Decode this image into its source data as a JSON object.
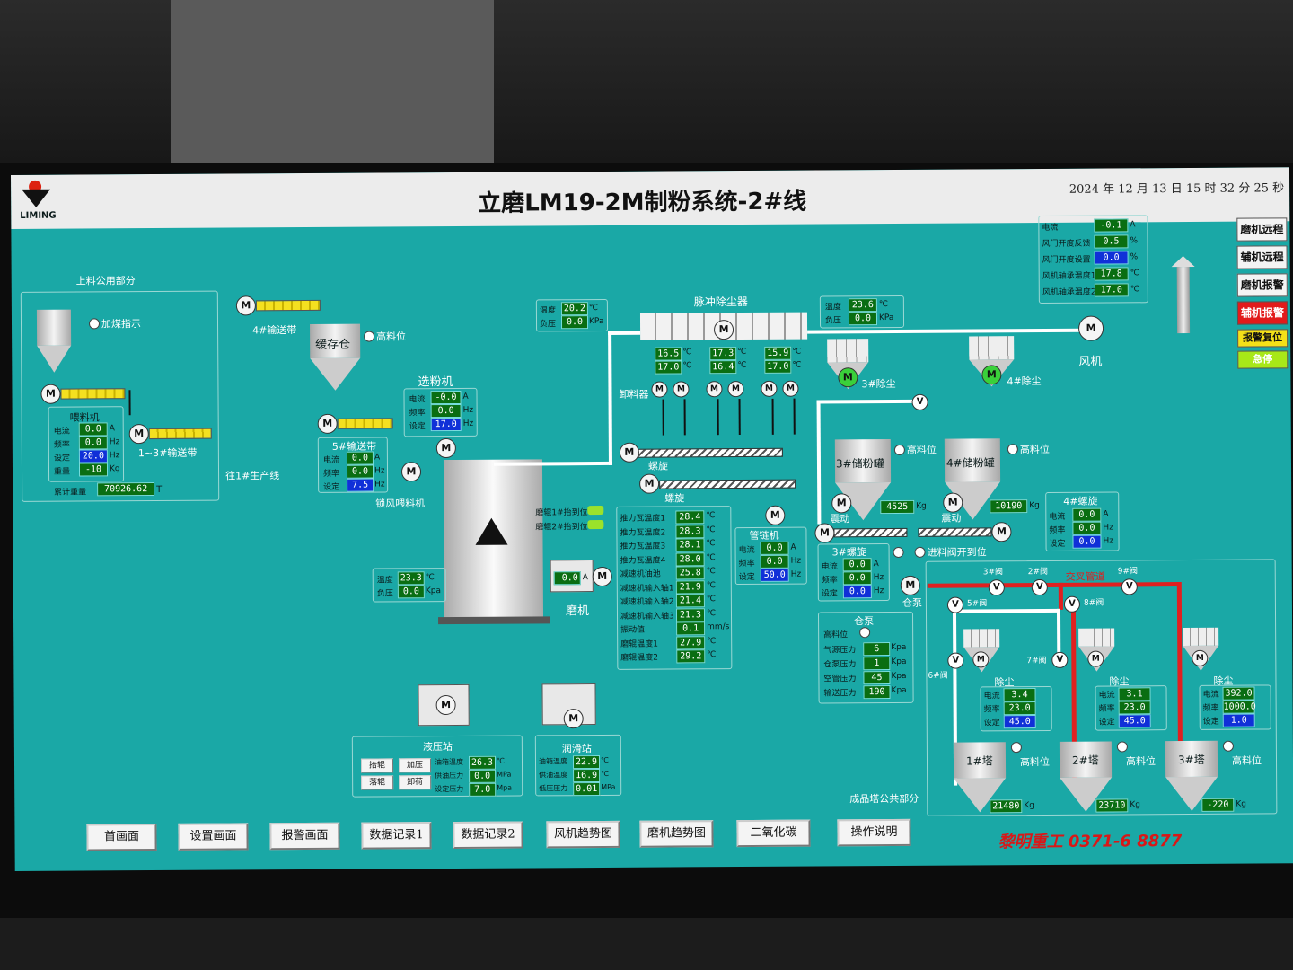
{
  "header": {
    "logo_text": "LIMING",
    "title": "立磨LM19-2M制粉系统-2#线",
    "datetime": "2024 年 12 月 13 日 15 时 32 分 25 秒"
  },
  "feed_section": {
    "label": "上料公用部分",
    "coal_indicator": "加煤指示",
    "belt4": "4#输送带",
    "buffer_bin": "缓存仓",
    "buffer_level": "高料位",
    "belt13": "1~3#输送带",
    "to_line1": "往1#生产线",
    "feeder": {
      "title": "喂料机",
      "current_label": "电流",
      "current": "0.0",
      "current_unit": "A",
      "freq_label": "频率",
      "freq": "0.0",
      "freq_unit": "Hz",
      "set_label": "设定",
      "set": "20.0",
      "set_unit": "Hz",
      "weight_label": "重量",
      "weight": "-10",
      "weight_unit": "Kg",
      "total_label": "累计重量",
      "total": "70926.62",
      "total_unit": "T"
    },
    "belt5": {
      "title": "5#输送带",
      "current_label": "电流",
      "current": "0.0",
      "current_unit": "A",
      "freq_label": "频率",
      "freq": "0.0",
      "freq_unit": "Hz",
      "set_label": "设定",
      "set": "7.5",
      "set_unit": "Hz"
    },
    "lock_feeder": "锁风喂料机"
  },
  "classifier": {
    "title": "选粉机",
    "current_label": "电流",
    "current": "-0.0",
    "current_unit": "A",
    "freq_label": "频率",
    "freq": "0.0",
    "freq_unit": "Hz",
    "set_label": "设定",
    "set": "17.0",
    "set_unit": "Hz"
  },
  "inlet_temp": {
    "temp_label": "温度",
    "temp": "20.2",
    "temp_unit": "℃",
    "press_label": "负压",
    "press": "0.0",
    "press_unit": "KPa"
  },
  "pulse_collector": {
    "title": "脉冲除尘器",
    "temps": [
      [
        "16.5",
        "17.0"
      ],
      [
        "17.3",
        "16.4"
      ],
      [
        "15.9",
        "17.0"
      ]
    ],
    "unit": "℃",
    "discharge": "卸料器"
  },
  "outlet_temp": {
    "temp_label": "温度",
    "temp": "23.6",
    "temp_unit": "℃",
    "press_label": "负压",
    "press": "0.0",
    "press_unit": "KPa"
  },
  "fan_panel": {
    "rows": [
      {
        "label": "电流",
        "value": "-0.1",
        "unit": "A",
        "blue": false
      },
      {
        "label": "风门开度反馈",
        "value": "0.5",
        "unit": "%",
        "blue": false
      },
      {
        "label": "风门开度设置",
        "value": "0.0",
        "unit": "%",
        "blue": true
      },
      {
        "label": "风机轴承温度1",
        "value": "17.8",
        "unit": "℃",
        "blue": false
      },
      {
        "label": "风机轴承温度2",
        "value": "17.0",
        "unit": "℃",
        "blue": false
      }
    ],
    "fan_label": "风机"
  },
  "side_buttons": {
    "mill_remote": "磨机远程",
    "aux_remote": "辅机远程",
    "mill_alarm": "磨机报警",
    "aux_alarm": "辅机报警",
    "alarm_reset": "报警复位",
    "stop": "急停"
  },
  "screws": {
    "screw1": "螺旋",
    "screw2": "螺旋"
  },
  "mill_status": {
    "roller1": "磨辊1#抬到位",
    "roller2": "磨辊2#抬到位"
  },
  "mill_temps": [
    {
      "label": "推力瓦温度1",
      "value": "28.4",
      "unit": "℃"
    },
    {
      "label": "推力瓦温度2",
      "value": "28.3",
      "unit": "℃"
    },
    {
      "label": "推力瓦温度3",
      "value": "28.1",
      "unit": "℃"
    },
    {
      "label": "推力瓦温度4",
      "value": "28.0",
      "unit": "℃"
    },
    {
      "label": "减速机油池",
      "value": "25.8",
      "unit": "℃"
    },
    {
      "label": "减速机输入轴1",
      "value": "21.9",
      "unit": "℃"
    },
    {
      "label": "减速机输入轴2",
      "value": "21.4",
      "unit": "℃"
    },
    {
      "label": "减速机输入轴3",
      "value": "21.3",
      "unit": "℃"
    },
    {
      "label": "振动值",
      "value": "0.1",
      "unit": "mm/s"
    },
    {
      "label": "磨辊温度1",
      "value": "27.9",
      "unit": "℃"
    },
    {
      "label": "磨辊温度2",
      "value": "29.2",
      "unit": "℃"
    }
  ],
  "mill_inlet": {
    "temp_label": "温度",
    "temp": "23.3",
    "temp_unit": "℃",
    "press_label": "负压",
    "press": "0.0",
    "press_unit": "Kpa"
  },
  "mill_motor": {
    "current": "-0.0",
    "unit": "A",
    "label": "磨机"
  },
  "hydraulic": {
    "title": "液压站",
    "btn_lift": "抬辊",
    "btn_press": "加压",
    "btn_drop": "落辊",
    "btn_unload": "卸荷",
    "rows": [
      {
        "label": "油箱温度",
        "value": "26.3",
        "unit": "℃"
      },
      {
        "label": "供油压力",
        "value": "0.0",
        "unit": "MPa"
      },
      {
        "label": "设定压力",
        "value": "7.0",
        "unit": "Mpa"
      }
    ]
  },
  "lube": {
    "title": "润滑站",
    "rows": [
      {
        "label": "油箱温度",
        "value": "22.9",
        "unit": "℃"
      },
      {
        "label": "供油温度",
        "value": "16.9",
        "unit": "℃"
      },
      {
        "label": "低压压力",
        "value": "0.01",
        "unit": "MPa"
      }
    ]
  },
  "dust3": "3#除尘",
  "dust4": "4#除尘",
  "tank3": {
    "label": "3#储粉罐",
    "level": "高料位",
    "weight": "4525",
    "unit": "Kg",
    "vibrate": "震动"
  },
  "tank4": {
    "label": "4#储粉罐",
    "level": "高料位",
    "weight": "10190",
    "unit": "Kg",
    "vibrate": "震动"
  },
  "chain": {
    "title": "管链机",
    "current_label": "电流",
    "current": "0.0",
    "current_unit": "A",
    "freq_label": "频率",
    "freq": "0.0",
    "freq_unit": "Hz",
    "set_label": "设定",
    "set": "50.0",
    "set_unit": "Hz"
  },
  "screw3": {
    "title": "3#螺旋",
    "current_label": "电流",
    "current": "0.0",
    "current_unit": "A",
    "freq_label": "频率",
    "freq": "0.0",
    "freq_unit": "Hz",
    "set_label": "设定",
    "set": "0.0",
    "set_unit": "Hz"
  },
  "screw4": {
    "title": "4#螺旋",
    "current_label": "电流",
    "current": "0.0",
    "current_unit": "A",
    "freq_label": "频率",
    "freq": "0.0",
    "freq_unit": "Hz",
    "set_label": "设定",
    "set": "0.0",
    "set_unit": "Hz"
  },
  "inlet_valve": "进料阀开到位",
  "pump": {
    "title": "仓泵",
    "level_label": "高料位",
    "rows": [
      {
        "label": "气源压力",
        "value": "6",
        "unit": "Kpa"
      },
      {
        "label": "仓泵压力",
        "value": "1",
        "unit": "Kpa"
      },
      {
        "label": "空管压力",
        "value": "45",
        "unit": "Kpa"
      },
      {
        "label": "输送压力",
        "value": "190",
        "unit": "Kpa"
      }
    ],
    "pump_label": "仓泵"
  },
  "product_section": {
    "label": "成品塔公共部分",
    "cross_pipe": "交叉管道",
    "valves": [
      "3#阀",
      "2#阀",
      "9#阀",
      "5#阀",
      "8#阀",
      "6#阀",
      "7#阀"
    ],
    "collectors": [
      {
        "title": "除尘",
        "current": "3.4",
        "freq": "23.0",
        "set": "45.0"
      },
      {
        "title": "除尘",
        "current": "3.1",
        "freq": "23.0",
        "set": "45.0"
      },
      {
        "title": "除尘",
        "current": "392.0",
        "freq": "1000.0",
        "set": "1.0"
      }
    ],
    "current_label": "电流",
    "freq_label": "频率",
    "set_label": "设定",
    "towers": [
      {
        "label": "1#塔",
        "level": "高料位",
        "weight": "21480",
        "unit": "Kg"
      },
      {
        "label": "2#塔",
        "level": "高料位",
        "weight": "23710",
        "unit": "Kg"
      },
      {
        "label": "3#塔",
        "level": "高料位",
        "weight": "-220",
        "unit": "Kg"
      }
    ]
  },
  "nav": [
    "首画面",
    "设置画面",
    "报警画面",
    "数据记录1",
    "数据记录2",
    "风机趋势图",
    "磨机趋势图",
    "二氧化碳",
    "操作说明"
  ],
  "brand": "黎明重工 0371-6   8877"
}
